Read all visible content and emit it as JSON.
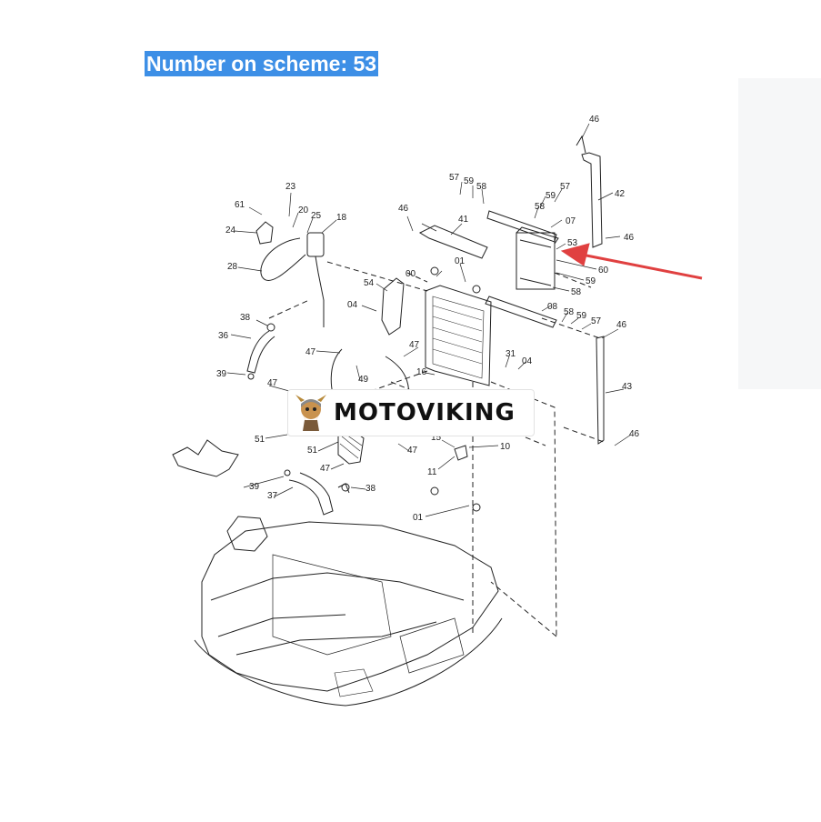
{
  "header": {
    "title": "Number on scheme: 53"
  },
  "brand": {
    "logo_text": "MOTOVIKING"
  },
  "colors": {
    "title_bg": "#3d8fe6",
    "arrow": "#e04040",
    "line": "#222222"
  },
  "part_labels": {
    "l46a": "46",
    "l42": "42",
    "l46b": "46",
    "l57a": "57",
    "l59a": "59",
    "l58a": "58",
    "l59b": "59",
    "l57b": "57",
    "l58b": "58",
    "l07": "07",
    "l53": "53",
    "l60": "60",
    "l59c": "59",
    "l58c": "58",
    "l08": "08",
    "l58d": "58",
    "l59d": "59",
    "l57c": "57",
    "l46c": "46",
    "l41": "41",
    "l00": "00",
    "l01a": "01",
    "l23": "23",
    "l61": "61",
    "l20": "20",
    "l25": "25",
    "l18": "18",
    "l24": "24",
    "l28": "28",
    "l54": "54",
    "l04a": "04",
    "l38a": "38",
    "l36": "36",
    "l39a": "39",
    "l47a": "47",
    "l47b": "47",
    "l49": "49",
    "l16": "16",
    "l31": "31",
    "l04b": "04",
    "l47c": "47",
    "l43": "43",
    "l46d": "46",
    "l46e": "46",
    "l51a": "51",
    "l51b": "51",
    "l15": "15",
    "l10": "10",
    "l47d": "47",
    "l11": "11",
    "l47e": "47",
    "l39b": "39",
    "l38b": "38",
    "l37": "37",
    "l01b": "01"
  }
}
